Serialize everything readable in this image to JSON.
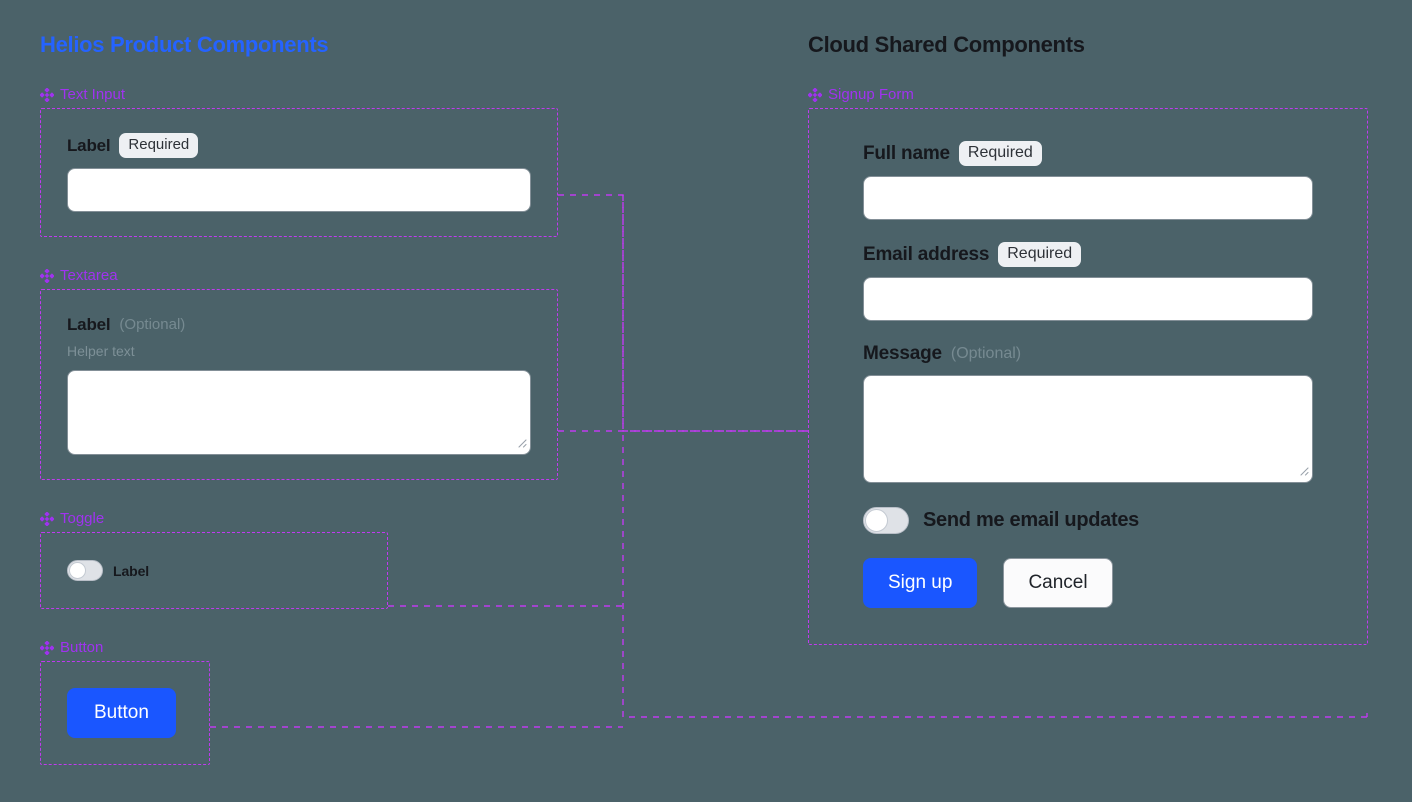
{
  "colors": {
    "background": "#4b6269",
    "left_title": "#2563ff",
    "right_title": "#16181d",
    "group_label": "#a032f0",
    "dashed_border": "#c03af0",
    "primary_button": "#1a56ff",
    "badge_bg": "#eef0f3",
    "input_bg": "#ffffff",
    "muted_text": "#768a91"
  },
  "left_panel": {
    "title": "Helios Product Components",
    "groups": [
      {
        "icon": "diamond-icon",
        "name": "Text Input",
        "field": {
          "label": "Label",
          "badge": "Required",
          "input_value": "",
          "input_placeholder": ""
        }
      },
      {
        "icon": "diamond-icon",
        "name": "Textarea",
        "field": {
          "label": "Label",
          "optional_note": "(Optional)",
          "helper_text": "Helper text",
          "input_value": "",
          "input_placeholder": ""
        }
      },
      {
        "icon": "diamond-icon",
        "name": "Toggle",
        "field": {
          "label": "Label",
          "state": "off"
        }
      },
      {
        "icon": "diamond-icon",
        "name": "Button",
        "field": {
          "label": "Button"
        }
      }
    ]
  },
  "right_panel": {
    "title": "Cloud Shared Components",
    "group": {
      "icon": "diamond-icon",
      "name": "Signup Form"
    },
    "form": {
      "fields": [
        {
          "label": "Full name",
          "badge": "Required",
          "type": "text",
          "value": "",
          "placeholder": ""
        },
        {
          "label": "Email address",
          "badge": "Required",
          "type": "text",
          "value": "",
          "placeholder": ""
        },
        {
          "label": "Message",
          "optional_note": "(Optional)",
          "type": "textarea",
          "value": "",
          "placeholder": ""
        }
      ],
      "toggle": {
        "label": "Send me email updates",
        "state": "off"
      },
      "actions": {
        "submit_label": "Sign up",
        "cancel_label": "Cancel"
      }
    }
  }
}
